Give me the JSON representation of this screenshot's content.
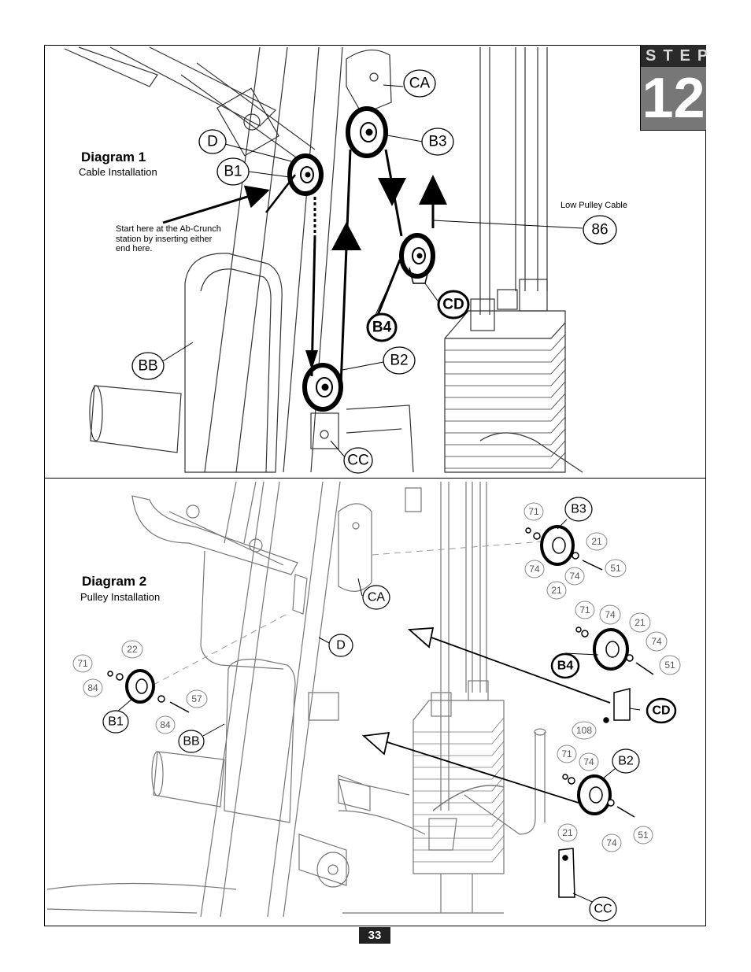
{
  "step": {
    "word": "STEP",
    "number": "12"
  },
  "diagram1": {
    "title": "Diagram 1",
    "subtitle": "Cable Installation",
    "note_start": [
      "Start here at the Ab-Crunch",
      "station by inserting either",
      "end here."
    ],
    "note_cable": "Low Pulley Cable",
    "labels": {
      "ca": "CA",
      "d": "D",
      "b1": "B1",
      "b3": "B3",
      "b4": "B4",
      "b2": "B2",
      "bb": "BB",
      "cd": "CD",
      "cc": "CC",
      "n86": "86"
    }
  },
  "diagram2": {
    "title": "Diagram 2",
    "subtitle": "Pulley Installation",
    "labels": {
      "ca": "CA",
      "d": "D",
      "bb": "BB",
      "b1": "B1",
      "b2": "B2",
      "b3": "B3",
      "b4": "B4",
      "cd": "CD",
      "cc": "CC"
    },
    "parts": {
      "b3_71": "71",
      "b3_21a": "21",
      "b3_74a": "74",
      "b3_21b": "21",
      "b3_74b": "74",
      "b3_51": "51",
      "b4_71": "71",
      "b4_74a": "74",
      "b4_21": "21",
      "b4_74b": "74",
      "b4_51": "51",
      "cd_108": "108",
      "b2_71": "71",
      "b2_74a": "74",
      "b2_21": "21",
      "b2_74b": "74",
      "b2_51": "51",
      "b1_71": "71",
      "b1_22": "22",
      "b1_84a": "84",
      "b1_84b": "84",
      "b1_57": "57"
    }
  },
  "page_number": "33"
}
